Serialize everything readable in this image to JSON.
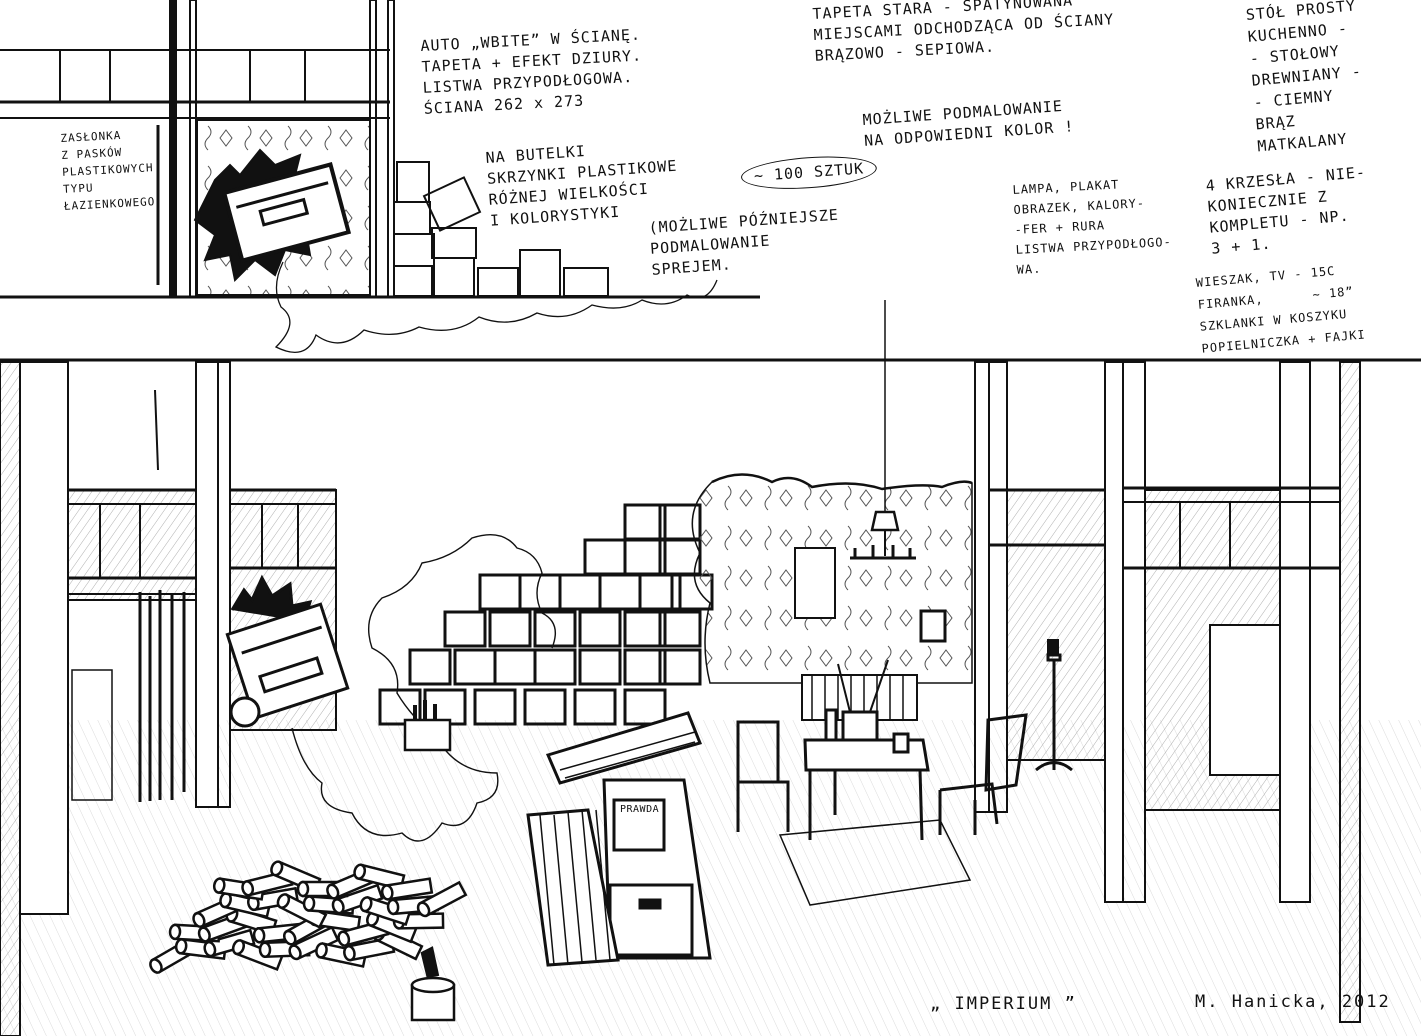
{
  "notes": {
    "curtain": [
      "ZASŁONKA",
      "Z PASKÓW",
      "PLASTIKOWYCH",
      "TYPU",
      "ŁAZIENKOWEGO"
    ],
    "car": [
      "AUTO „WBITE” W ŚCIANĘ.",
      "TAPETA + EFEKT DZIURY.",
      "LISTWA PRZYPODŁOGOWA.",
      "ŚCIANA 262 x 273"
    ],
    "crates": [
      "NA BUTELKI",
      "SKRZYNKI PLASTIKOWE",
      "RÓŻNEJ WIELKOŚCI",
      "I KOLORYSTYKI"
    ],
    "crates_count": "~ 100 SZTUK",
    "crates_paint": [
      "(MOŻLIWE PÓŹNIEJSZE",
      "PODMALOWANIE",
      "SPREJEM."
    ],
    "wallpaper": [
      "TAPETA STARA - SPATYNOWANA",
      "MIEJSCAMI ODCHODZĄCA OD ŚCIANY",
      "BRĄZOWO - SEPIOWA."
    ],
    "repaint": [
      "MOŻLIWE PODMALOWANIE",
      "NA ODPOWIEDNI KOLOR !"
    ],
    "lamp": [
      "LAMPA, PLAKAT",
      "OBRAZEK, KALORY-",
      "-FER + RURA",
      "LISTWA PRZYPODŁOGO-",
      "WA."
    ],
    "table": [
      "STÓŁ PROSTY",
      "KUCHENNO -",
      "- STOŁOWY",
      "DREWNIANY -",
      "- CIEMNY",
      "BRĄZ",
      "MATKALANY"
    ],
    "chairs": [
      "4 KRZESŁA - NIE-",
      "KONIECZNIE Z",
      "KOMPLETU - NP.",
      "3 + 1."
    ],
    "props": [
      "WIESZAK, TV - 15C",
      "FIRANKA,      ~ 18”",
      "SZKLANKI W KOSZYKU",
      "POPIELNICZKA + FAJKI"
    ],
    "title": "„ IMPERIUM ”",
    "signature": "M. Hanicka, 2012",
    "sign_label": "PRAWDA"
  },
  "colors": {
    "ink": "#111111",
    "paper": "#ffffff",
    "hatch": "#9a9a9a"
  }
}
